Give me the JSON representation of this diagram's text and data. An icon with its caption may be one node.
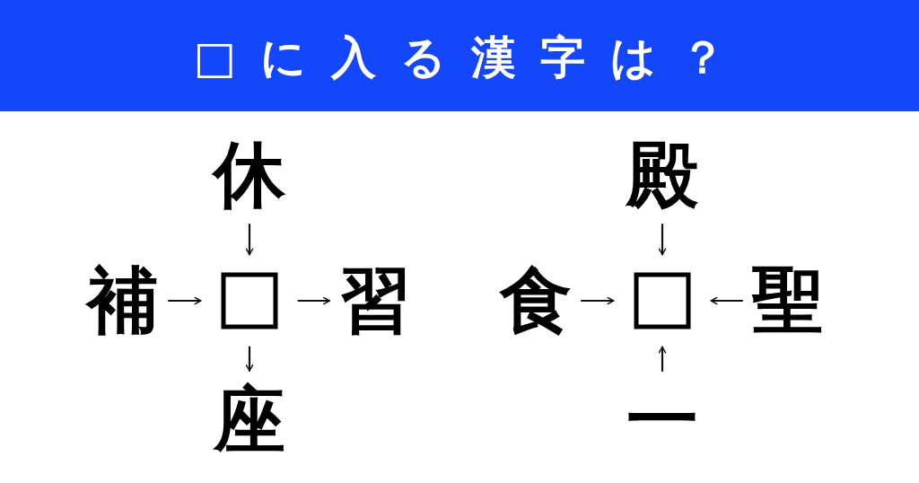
{
  "diagram": {
    "title": "□に入る漢字は？",
    "nodes": [
      {
        "text": [
          "休"
        ]
      },
      {
        "text": [
          "補"
        ]
      },
      {
        "text": [],
        "shape": "box"
      },
      {
        "text": [
          "習"
        ]
      },
      {
        "text": [
          "座"
        ]
      },
      {
        "text": [
          "殿"
        ]
      },
      {
        "text": [
          "食"
        ]
      },
      {
        "text": [],
        "shape": "box"
      },
      {
        "text": [
          "聖"
        ]
      },
      {
        "text": [
          "一"
        ]
      }
    ],
    "edges": [
      {
        "from": 0,
        "to": 2,
        "arrow": "to"
      },
      {
        "from": 1,
        "to": 2,
        "arrow": "to"
      },
      {
        "from": 2,
        "to": 3,
        "arrow": "to"
      },
      {
        "from": 2,
        "to": 4,
        "arrow": "to"
      },
      {
        "from": 5,
        "to": 7,
        "arrow": "to"
      },
      {
        "from": 6,
        "to": 7,
        "arrow": "to"
      },
      {
        "from": 8,
        "to": 7,
        "arrow": "to"
      },
      {
        "from": 9,
        "to": 7,
        "arrow": "to"
      }
    ]
  }
}
